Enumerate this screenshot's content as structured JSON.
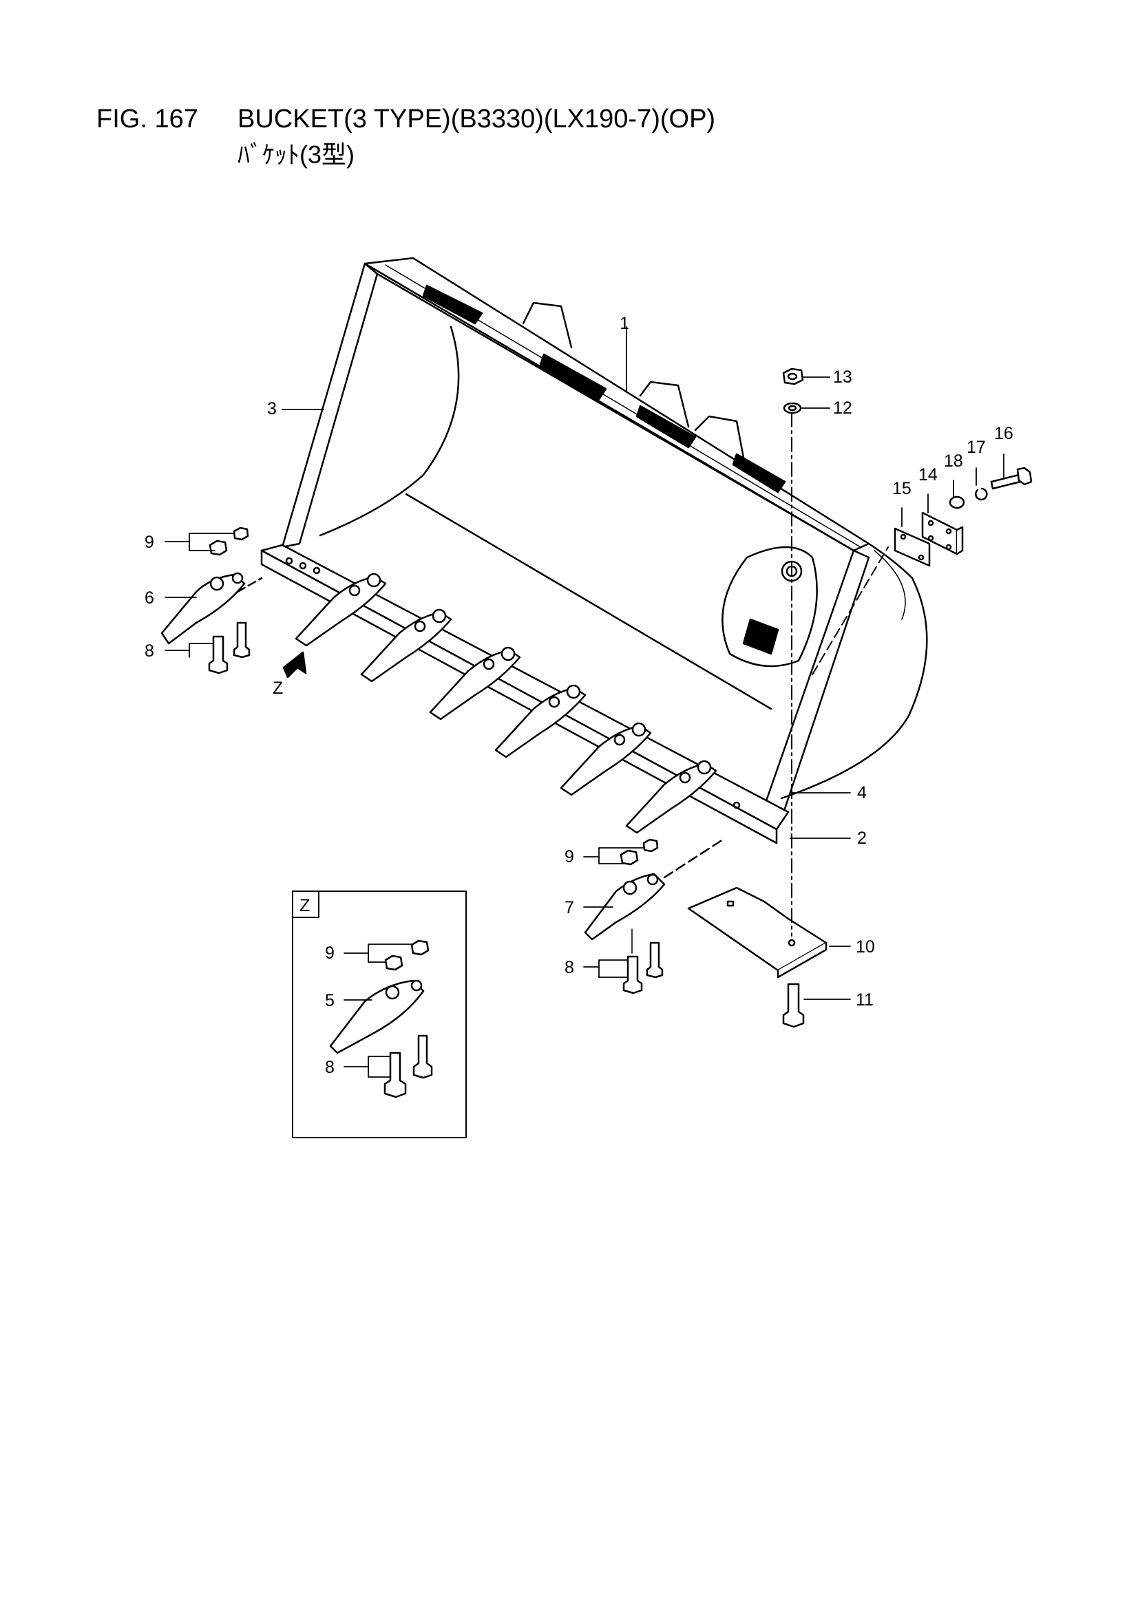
{
  "figure": {
    "number": "FIG. 167",
    "title": "BUCKET(3 TYPE)(B3330)(LX190-7)(OP)",
    "subtitle": "ﾊﾞｹｯﾄ(3型)"
  },
  "detail_view": {
    "label": "Z"
  },
  "view_arrow": {
    "label": "Z"
  },
  "callouts": {
    "c1": "1",
    "c2": "2",
    "c3": "3",
    "c4": "4",
    "c5": "5",
    "c6": "6",
    "c7": "7",
    "c8a": "8",
    "c8b": "8",
    "c8c": "8",
    "c9a": "9",
    "c9b": "9",
    "c9c": "9",
    "c10": "10",
    "c11": "11",
    "c12": "12",
    "c13": "13",
    "c14": "14",
    "c15": "15",
    "c16": "16",
    "c17": "17",
    "c18": "18"
  }
}
